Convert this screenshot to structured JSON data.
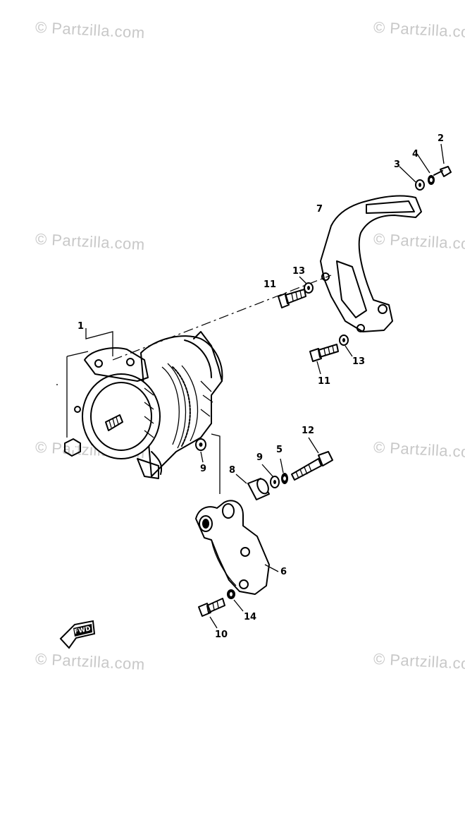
{
  "watermarks": [
    "© Partzilla.com",
    "© Partzilla.com",
    "© Partzilla.com",
    "© Partzilla.com",
    "© Partzilla.com",
    "© Partzilla.com",
    "© Partzilla.com",
    "© Partzilla.com"
  ],
  "callouts": [
    "1",
    "2",
    "3",
    "4",
    "5",
    "6",
    "7",
    "8",
    "9",
    "9",
    "10",
    "11",
    "11",
    "12",
    "13",
    "13",
    "14"
  ],
  "front_arrow": "FWD"
}
